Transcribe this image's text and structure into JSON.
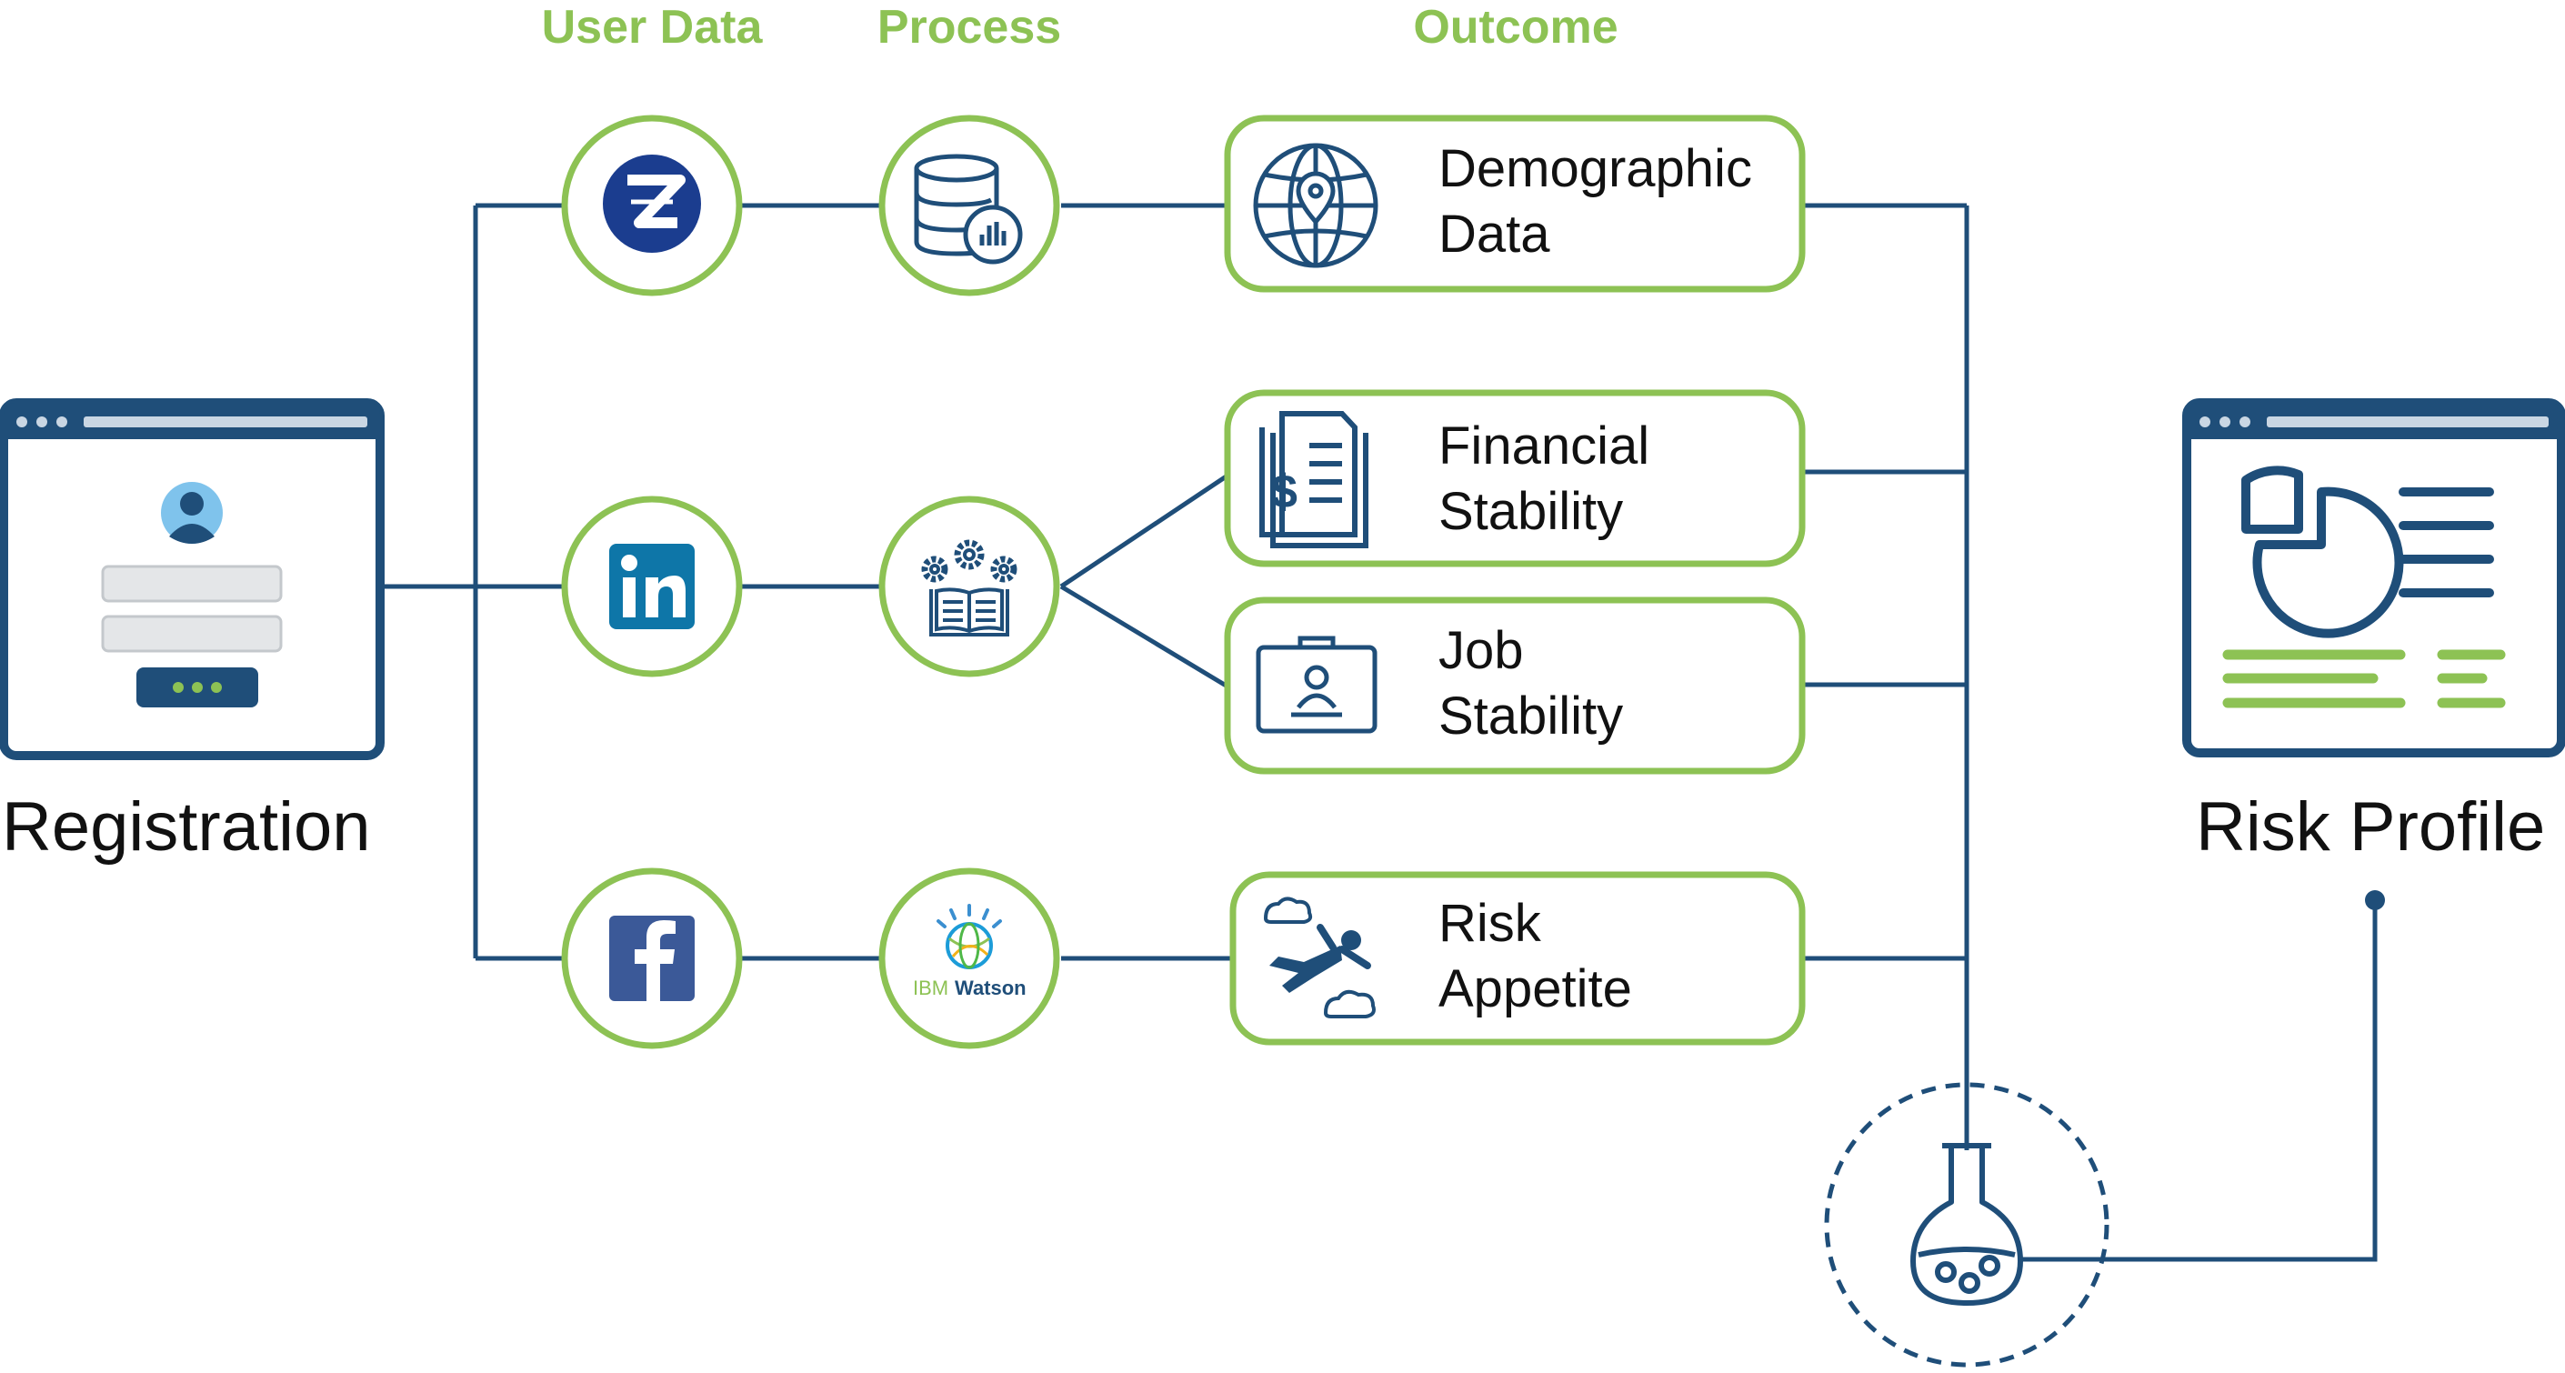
{
  "headers": {
    "user_data": "User Data",
    "process": "Process",
    "outcome": "Outcome"
  },
  "registration": {
    "label": "Registration"
  },
  "risk_profile": {
    "label": "Risk Profile"
  },
  "user_data_sources": [
    {
      "name": "zurich",
      "icon": "zurich-logo-icon",
      "letter": "Z"
    },
    {
      "name": "linkedin",
      "icon": "linkedin-logo-icon",
      "letter": "in"
    },
    {
      "name": "facebook",
      "icon": "facebook-logo-icon",
      "letter": "f"
    }
  ],
  "processes": [
    {
      "name": "database-analytics",
      "icon": "database-chart-icon"
    },
    {
      "name": "gear-book",
      "icon": "gears-book-icon"
    },
    {
      "name": "ibm-watson",
      "icon": "ibm-watson-logo-icon",
      "brand_ibm": "IBM",
      "brand_watson": "Watson"
    }
  ],
  "outcomes": [
    {
      "label": "Demographic\nData",
      "icon": "globe-location-icon"
    },
    {
      "label": "Financial\nStability",
      "icon": "financial-document-icon"
    },
    {
      "label": "Job\nStability",
      "icon": "id-badge-icon"
    },
    {
      "label": "Risk\nAppetite",
      "icon": "skydiver-icon"
    }
  ],
  "combiner": {
    "icon": "flask-icon"
  },
  "colors": {
    "primary_blue": "#1F4E79",
    "accent_green": "#8DC254",
    "avatar_blue": "#7FC3EC",
    "zurich_blue": "#1B3D8F",
    "linkedin_blue": "#0E76A8",
    "facebook_blue": "#3B5998"
  }
}
